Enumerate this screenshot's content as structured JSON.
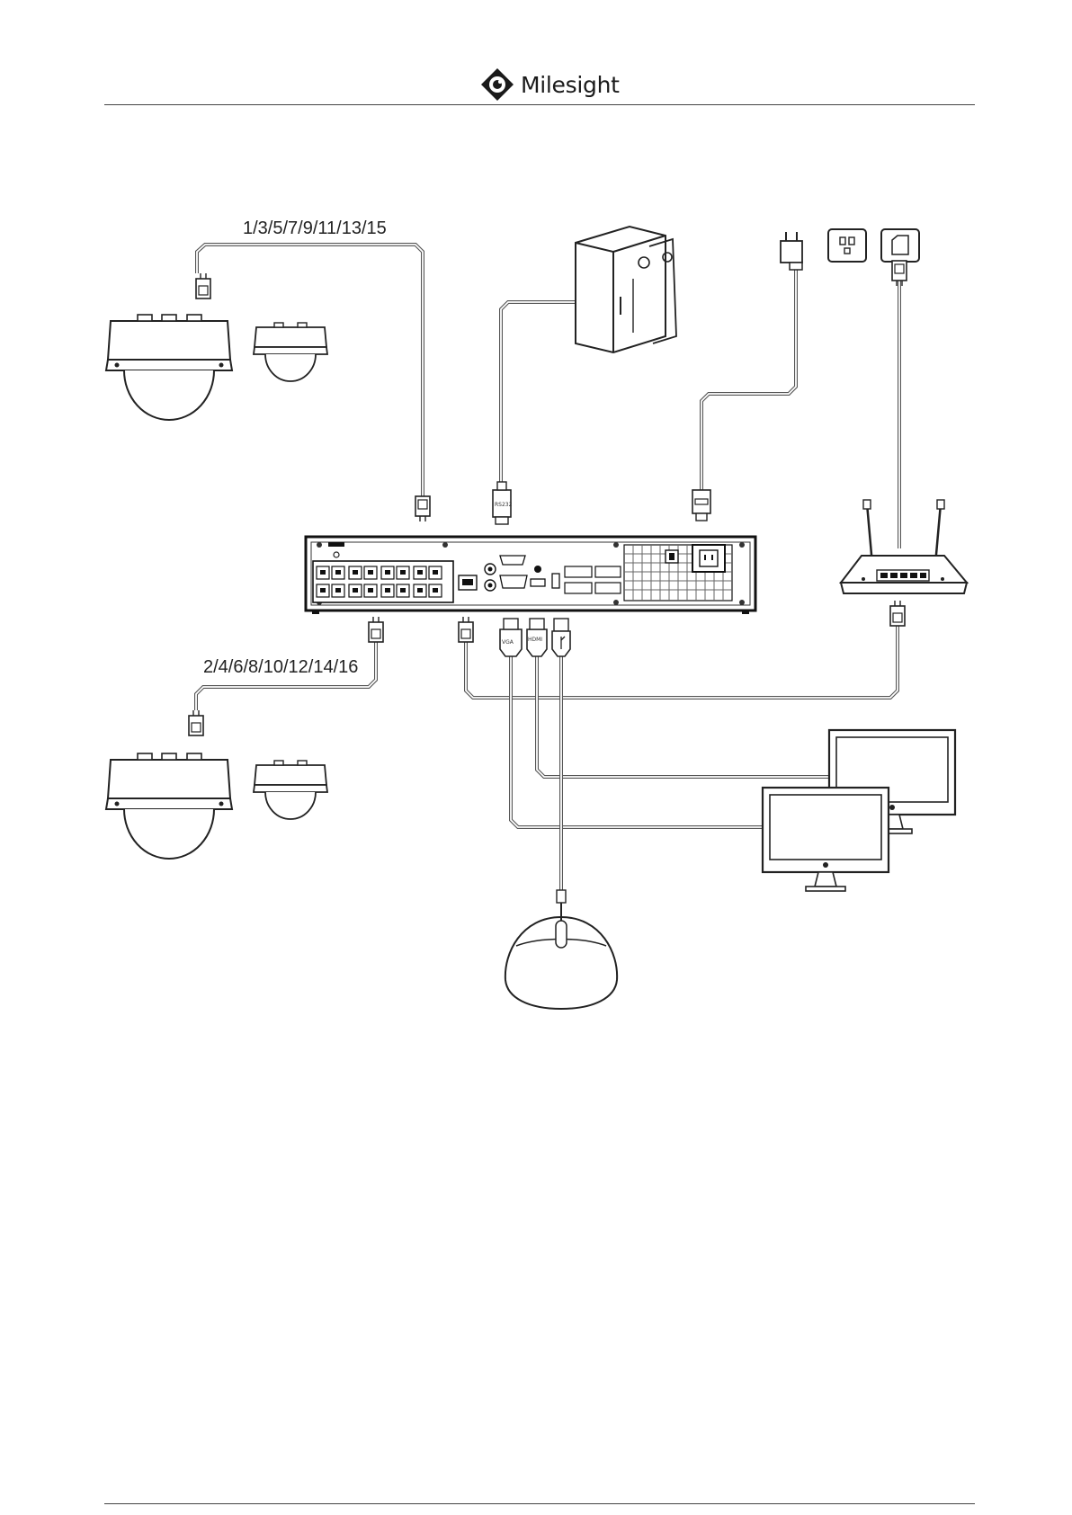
{
  "header": {
    "brand_name": "Milesight"
  },
  "diagram": {
    "top_ports_label": "1/3/5/7/9/11/13/15",
    "bottom_ports_label": "2/4/6/8/10/12/14/16",
    "storage_connector_label": "RS232",
    "vga_connector_label": "VGA",
    "hdmi_connector_label": "HDMI"
  }
}
